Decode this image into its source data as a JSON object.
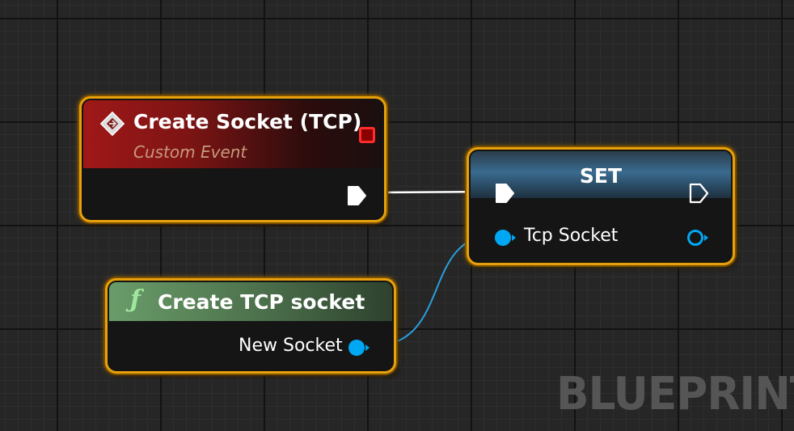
{
  "graph": {
    "background_color": "#262626",
    "wire_exec_color": "#ffffff",
    "wire_data_color": "#2a9fdc"
  },
  "event_node": {
    "title": "Create Socket (TCP)",
    "subtitle": "Custom Event",
    "icon": "event-diamond-icon",
    "header_color": "#a01818",
    "delegate_pin_color": "#ff2d2d"
  },
  "function_node": {
    "glyph": "ƒ",
    "title": "Create TCP socket",
    "output_label": "New Socket",
    "header_color": "#6a9c6a",
    "pin_color": "#00a8f3"
  },
  "set_node": {
    "title": "SET",
    "input_label": "Tcp Socket",
    "header_color": "#3b6f95",
    "pin_color": "#00a8f3"
  },
  "watermark": "BLUEPRINT",
  "selection_color": "#e7a10c"
}
